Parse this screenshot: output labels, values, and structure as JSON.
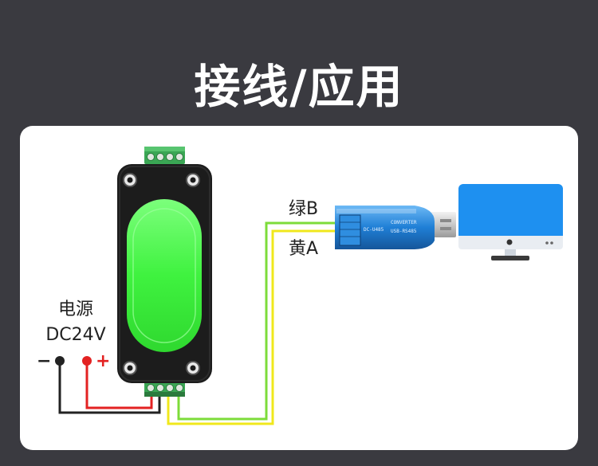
{
  "title": "接线/应用",
  "labels": {
    "power_line1": "电源",
    "power_line2": "DC24V",
    "minus": "−",
    "plus": "+",
    "green_wire": "绿B",
    "yellow_wire": "黄A"
  },
  "converter": {
    "model": "DC-U485",
    "brand": "CONVERTER",
    "spec": "USB-RS485"
  },
  "colors": {
    "background": "#3a3a40",
    "panel": "#ffffff",
    "light": "#3ff23f",
    "housing": "#1c1c1c",
    "terminal": "#3aa654",
    "wire_red": "#e32222",
    "wire_black": "#222222",
    "wire_green": "#7ddc3a",
    "wire_yellow": "#f0e81c",
    "converter": "#1f7fd6",
    "screen": "#1e90f0"
  },
  "icons": [
    "device-icon",
    "usb-converter-icon",
    "monitor-icon"
  ]
}
